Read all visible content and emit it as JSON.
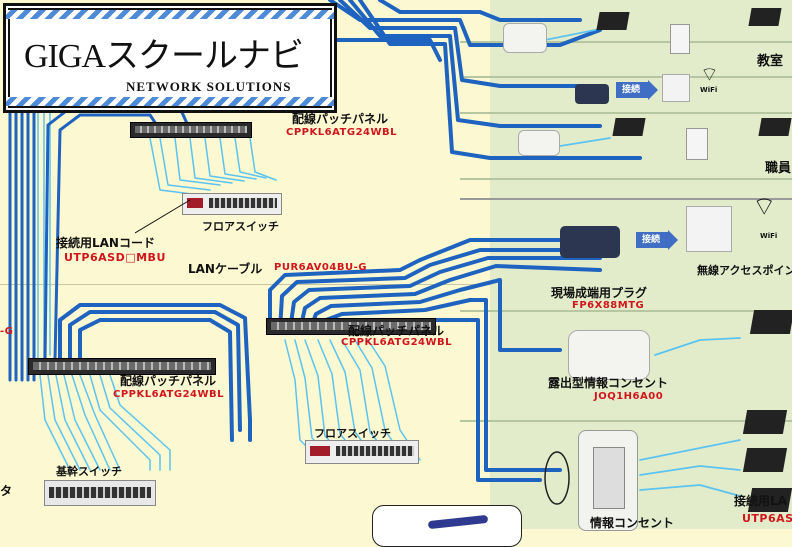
{
  "logo": {
    "title": "GIGAスクールナビ",
    "subtitle": "NETWORK SOLUTIONS"
  },
  "rooms": {
    "classroom": "教室",
    "staff_room": "職員"
  },
  "products": {
    "patch_panel_top": {
      "name": "配線パッチパネル",
      "model": "CPPKL6ATG24WBL"
    },
    "floor_switch_top": {
      "name": "フロアスイッチ"
    },
    "lan_cord_left": {
      "name": "接続用LANコード",
      "model": "UTP6ASD□MBU"
    },
    "lan_cable": {
      "name": "LANケーブル",
      "model": "PUR6AV04BU-G"
    },
    "patch_panel_mid_left": {
      "name": "配線パッチパネル",
      "model": "CPPKL6ATG24WBL"
    },
    "patch_panel_mid_right": {
      "name": "配線パッチパネル",
      "model": "CPPKL6ATG24WBL"
    },
    "floor_switch_mid": {
      "name": "フロアスイッチ"
    },
    "core_switch": {
      "name": "基幹スイッチ"
    },
    "field_plug": {
      "name": "現場成端用プラグ",
      "model": "FP6X88MTG"
    },
    "wireless_ap": {
      "name": "無線アクセスポイント"
    },
    "surface_outlet": {
      "name": "露出型情報コンセント",
      "model": "JOQ1H6A00"
    },
    "lan_cord_right": {
      "name": "接続用LA",
      "model": "UTP6AS"
    },
    "info_outlet": {
      "name": "情報コンセント"
    }
  },
  "partial_left": {
    "model_fragment": "-G",
    "router_fragment": "タ"
  },
  "connect_label": "接続",
  "wifi_label": "WiFi",
  "colors": {
    "cable_blue": "#1f63c0",
    "cable_light": "#5cc3f0",
    "model_red": "#d0161b",
    "zone_yellow": "#fbf8d2",
    "zone_green": "#e2eccb"
  }
}
